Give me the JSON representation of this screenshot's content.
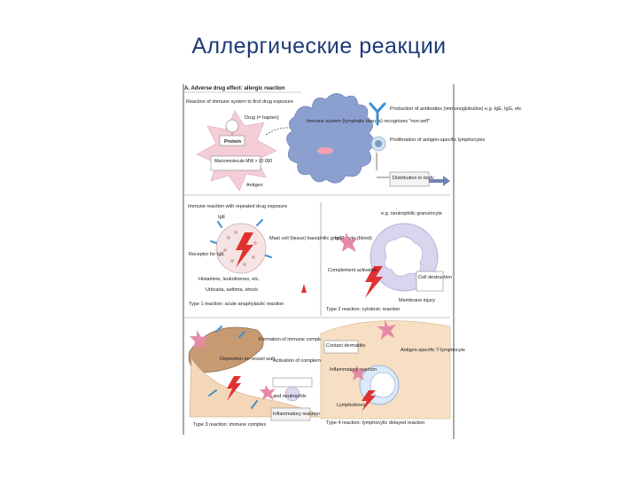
{
  "slide": {
    "title": "Аллергические  реакции"
  },
  "colors": {
    "title": "#1f3a78",
    "pink": "#f2c8d2",
    "blue": "#8b9fce",
    "orange": "#f3d7b8",
    "red": "#e03131",
    "purple": "#c9c3e4"
  },
  "panel_a": {
    "heading": "A. Adverse drug effect: allergic reaction",
    "subheading": "Reaction of immune system to first drug exposure",
    "drug": "Drug (= hapten)",
    "protein": "Protein",
    "macromolecule": "Macromolecule MW > 10 000",
    "antigen": "Antigen",
    "immune": "Immune system (lymphatic tissues) recognizes \"non-self\"",
    "production": "Production of antibodies (immunoglobulins) e.g. IgE, IgG, etc.",
    "proliferation": "Proliferation of antigen-specific lymphocytes",
    "distribution": "Distribution in body"
  },
  "panel_b": {
    "heading": "Immune reaction with repeated drug exposure",
    "ige": "IgE",
    "receptor": "Receptor for IgE",
    "mastcell": "Mast cell (tissue) basophilic granulocyte (blood)",
    "histamine": "Histamine, leukotrienes, etc.",
    "urticaria": "Urticaria, asthma, shock",
    "type1": "Type 1 reaction: acute anaphylactic reaction",
    "igg": "IgG",
    "complement": "Complement activation",
    "neutrophil": "e.g. neutrophilic granulocyte",
    "destruction": "Cell destruction",
    "membrane": "Membrane injury",
    "type2": "Type 2 reaction: cytotoxic reaction",
    "formation": "Formation of immune complexes",
    "deposition": "Deposition on vessel wall",
    "activation": "Activation of complement",
    "neutrophils": "and neutrophils",
    "inflam": "Inflammatory reaction",
    "type3": "Type 3 reaction: immune complex",
    "contact": "Contact dermatitis",
    "antigen_t": "Antigen-specific T-lymphocyte",
    "inflam2": "Inflammatory reaction",
    "lymphokines": "Lymphokines",
    "type4": "Type 4 reaction: lymphocytic delayed reaction"
  }
}
